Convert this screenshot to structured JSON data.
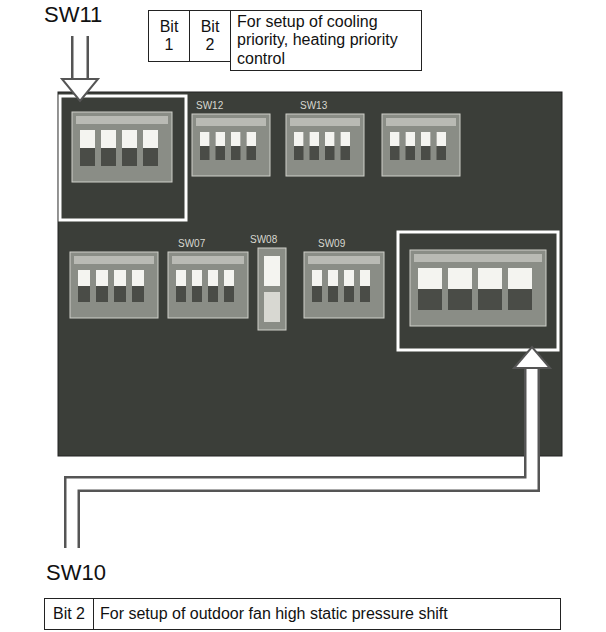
{
  "diagram": {
    "labels": [
      "SW11",
      "Bit 1",
      "Bit 2",
      "For setup of cooling priority, heating priority control",
      "SW12",
      "SW13",
      "SW07",
      "SW08",
      "SW09",
      "SW10",
      "Bit 2",
      "For setup of outdoor fan high static pressure shift"
    ]
  }
}
